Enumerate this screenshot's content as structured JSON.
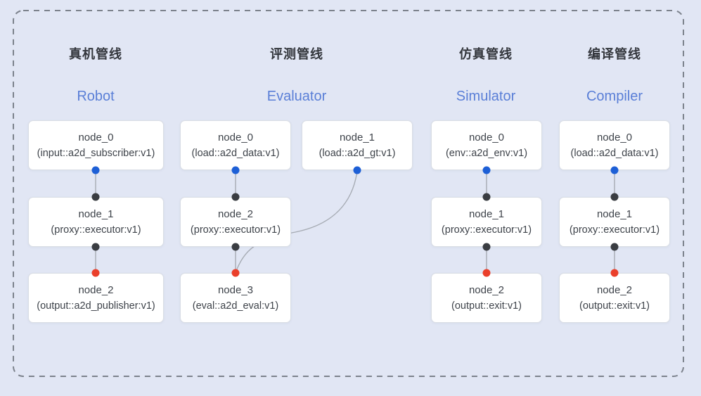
{
  "colors": {
    "canvas-bg": "#e1e6f4",
    "border-dash": "#7c828c",
    "box-bg": "#ffffff",
    "box-border": "#d9dde4",
    "edge": "#a6abb3",
    "dot-blue": "#1d5fd6",
    "dot-black": "#3a3d42",
    "dot-red": "#ea3f2b",
    "title-cn": "#33363c",
    "title-en": "#5a7fd7",
    "node-text": "#3e434a"
  },
  "pipelines": [
    {
      "title_cn": "真机管线",
      "title_en": "Robot",
      "nodes": [
        {
          "name": "node_0",
          "type": "(input::a2d_subscriber:v1)",
          "out_port": "blue"
        },
        {
          "name": "node_1",
          "type": "(proxy::executor:v1)",
          "in_port": "black",
          "out_port": "black"
        },
        {
          "name": "node_2",
          "type": "(output::a2d_publisher:v1)",
          "in_port": "red"
        }
      ],
      "edges": [
        {
          "from": "node_0",
          "to": "node_1"
        },
        {
          "from": "node_1",
          "to": "node_2"
        }
      ]
    },
    {
      "title_cn": "评测管线",
      "title_en": "Evaluator",
      "nodes": [
        {
          "name": "node_0",
          "type": "(load::a2d_data:v1)",
          "out_port": "blue"
        },
        {
          "name": "node_1",
          "type": "(load::a2d_gt:v1)",
          "out_port": "blue"
        },
        {
          "name": "node_2",
          "type": "(proxy::executor:v1)",
          "in_port": "black",
          "out_port": "black"
        },
        {
          "name": "node_3",
          "type": "(eval::a2d_eval:v1)",
          "in_port": "red"
        }
      ],
      "edges": [
        {
          "from": "node_0",
          "to": "node_2"
        },
        {
          "from": "node_2",
          "to": "node_3"
        },
        {
          "from": "node_1",
          "to": "node_3"
        }
      ]
    },
    {
      "title_cn": "仿真管线",
      "title_en": "Simulator",
      "nodes": [
        {
          "name": "node_0",
          "type": "(env::a2d_env:v1)",
          "out_port": "blue"
        },
        {
          "name": "node_1",
          "type": "(proxy::executor:v1)",
          "in_port": "black",
          "out_port": "black"
        },
        {
          "name": "node_2",
          "type": "(output::exit:v1)",
          "in_port": "red"
        }
      ],
      "edges": [
        {
          "from": "node_0",
          "to": "node_1"
        },
        {
          "from": "node_1",
          "to": "node_2"
        }
      ]
    },
    {
      "title_cn": "编译管线",
      "title_en": "Compiler",
      "nodes": [
        {
          "name": "node_0",
          "type": "(load::a2d_data:v1)",
          "out_port": "blue"
        },
        {
          "name": "node_1",
          "type": "(proxy::executor:v1)",
          "in_port": "black",
          "out_port": "black"
        },
        {
          "name": "node_2",
          "type": "(output::exit:v1)",
          "in_port": "red"
        }
      ],
      "edges": [
        {
          "from": "node_0",
          "to": "node_1"
        },
        {
          "from": "node_1",
          "to": "node_2"
        }
      ]
    }
  ]
}
